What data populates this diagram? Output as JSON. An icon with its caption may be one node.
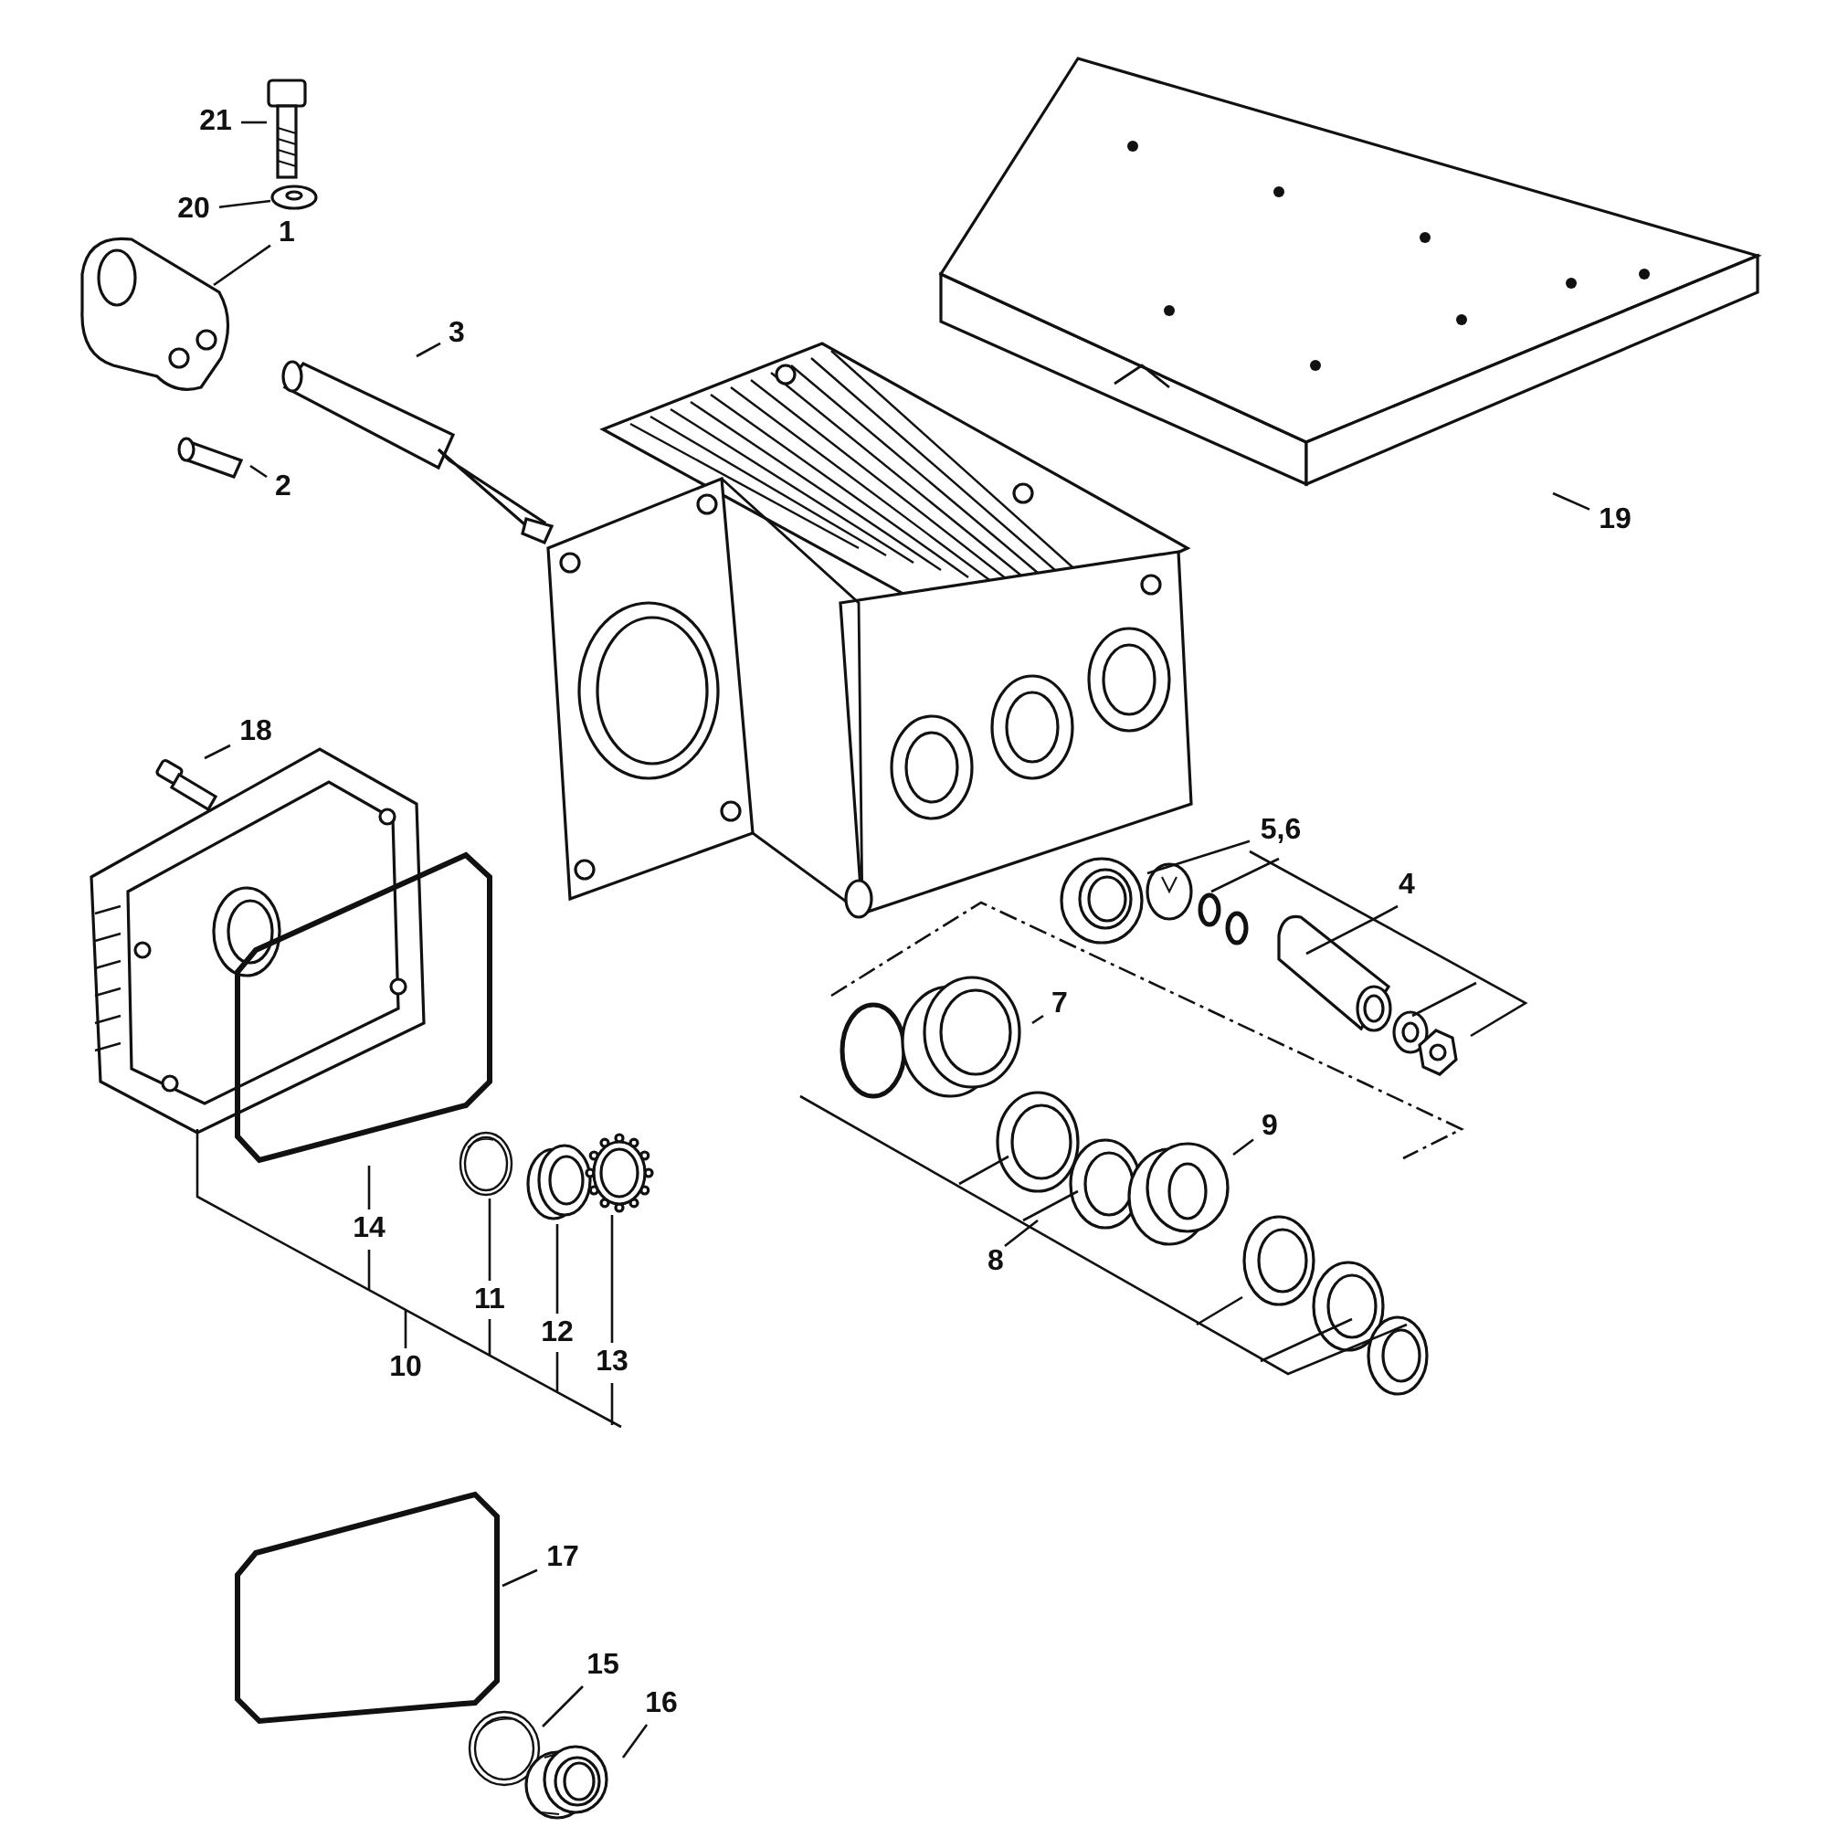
{
  "diagram": {
    "nodes": [
      {
        "text": [
          "21"
        ]
      },
      {
        "text": [],
        "shape": "picture"
      },
      {
        "text": [
          "20"
        ]
      },
      {
        "text": [],
        "shape": "picture"
      },
      {
        "text": [
          "1"
        ]
      },
      {
        "text": [],
        "shape": "picture"
      },
      {
        "text": [
          "3"
        ]
      },
      {
        "text": [],
        "shape": "picture"
      },
      {
        "text": [
          "19"
        ]
      },
      {
        "text": [],
        "shape": "picture"
      },
      {
        "text": [
          "2"
        ]
      },
      {
        "text": [],
        "shape": "picture"
      },
      {
        "text": [
          "18"
        ]
      },
      {
        "text": [],
        "shape": "picture"
      },
      {
        "text": [
          "5,6"
        ]
      },
      {
        "text": [],
        "shape": "picture"
      },
      {
        "text": [
          "7"
        ]
      },
      {
        "text": [],
        "shape": "picture"
      },
      {
        "text": [
          "9"
        ]
      },
      {
        "text": [],
        "shape": "picture"
      },
      {
        "text": [
          "14"
        ]
      },
      {
        "text": [],
        "shape": "picture"
      },
      {
        "text": [
          "11"
        ]
      },
      {
        "text": [],
        "shape": "picture"
      },
      {
        "text": [
          "12"
        ]
      },
      {
        "text": [],
        "shape": "picture"
      },
      {
        "text": [
          "13"
        ]
      },
      {
        "text": [],
        "shape": "picture"
      },
      {
        "text": [
          "17"
        ]
      },
      {
        "text": [],
        "shape": "picture"
      },
      {
        "text": [
          "15"
        ]
      },
      {
        "text": [],
        "shape": "picture"
      },
      {
        "text": [
          "16"
        ]
      },
      {
        "text": [],
        "shape": "picture"
      }
    ],
    "edges": [
      {
        "from": 0,
        "to": 1,
        "arrow": "none"
      },
      {
        "from": 2,
        "to": 3,
        "arrow": "none"
      },
      {
        "from": 4,
        "to": 5,
        "arrow": "none"
      },
      {
        "from": 6,
        "to": 7,
        "arrow": "none"
      },
      {
        "from": 8,
        "to": 9,
        "arrow": "none"
      },
      {
        "from": 10,
        "to": 11,
        "arrow": "none"
      },
      {
        "from": 12,
        "to": 13,
        "arrow": "none"
      },
      {
        "from": 14,
        "to": 15,
        "arrow": "none"
      },
      {
        "from": 16,
        "to": 17,
        "arrow": "none"
      },
      {
        "from": 18,
        "to": 19,
        "arrow": "none"
      },
      {
        "from": 20,
        "to": 21,
        "arrow": "none"
      },
      {
        "from": 22,
        "to": 23,
        "arrow": "none"
      },
      {
        "from": 24,
        "to": 25,
        "arrow": "none"
      },
      {
        "from": 26,
        "to": 27,
        "arrow": "none"
      },
      {
        "from": 28,
        "to": 29,
        "arrow": "none"
      },
      {
        "from": 30,
        "to": 31,
        "arrow": "none"
      },
      {
        "from": 32,
        "to": 33,
        "arrow": "none"
      }
    ],
    "labels": [
      "4",
      "8",
      "10"
    ]
  }
}
